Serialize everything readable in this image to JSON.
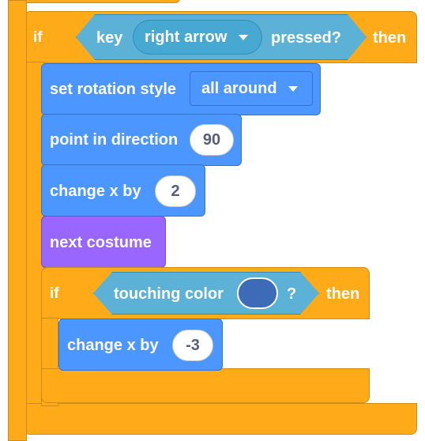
{
  "outer_if": {
    "if_label": "if",
    "then_label": "then",
    "condition": {
      "prefix": "key",
      "menu_value": "right arrow",
      "suffix": "pressed?"
    }
  },
  "set_rotation": {
    "label": "set rotation style",
    "menu_value": "all around"
  },
  "point_direction": {
    "label": "point in direction",
    "value": "90"
  },
  "change_x_1": {
    "label": "change x by",
    "value": "2"
  },
  "next_costume": {
    "label": "next costume"
  },
  "inner_if": {
    "if_label": "if",
    "then_label": "then",
    "condition": {
      "label": "touching color",
      "suffix": "?",
      "color": "#3d6bb8"
    }
  },
  "change_x_2": {
    "label": "change x by",
    "value": "-3"
  },
  "colors": {
    "control": "#ffab19",
    "motion": "#4c97ff",
    "looks": "#9966ff",
    "sensing": "#5cb1d6"
  }
}
